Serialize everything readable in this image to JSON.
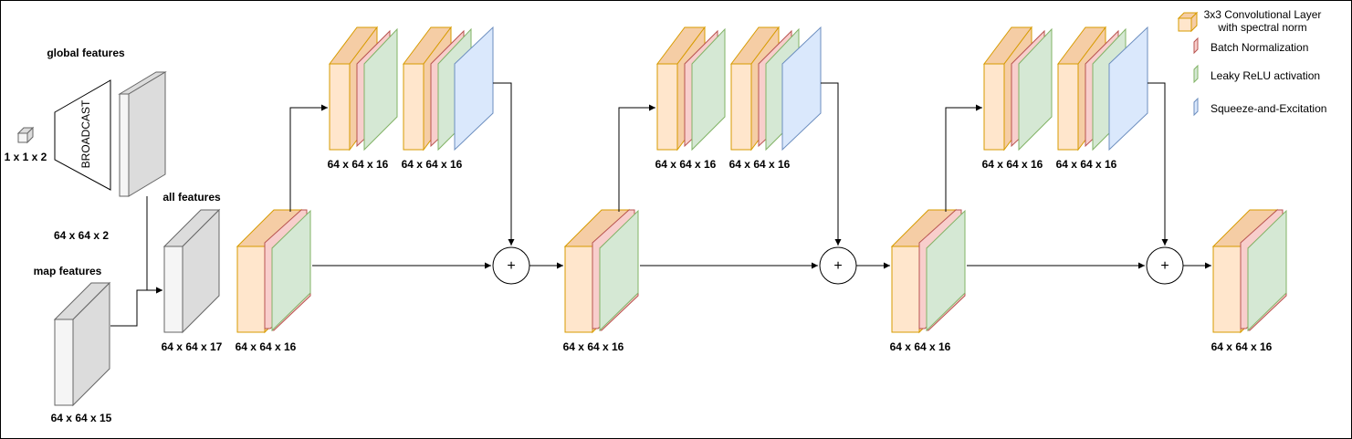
{
  "colors": {
    "conv": {
      "front": "#ffe6cc",
      "side": "#f5cda5",
      "stroke": "#d79b00"
    },
    "bn": {
      "front": "#f8cecc",
      "side": "#e9a6a4",
      "stroke": "#b85450"
    },
    "act": {
      "front": "#d5e8d4",
      "side": "#b9d7b7",
      "stroke": "#82b366"
    },
    "se": {
      "front": "#dae8fc",
      "side": "#b8cde9",
      "stroke": "#6c8ebf"
    },
    "plain": {
      "front": "#f5f5f5",
      "side": "#dcdcdc",
      "stroke": "#666666"
    }
  },
  "labels": {
    "global_features": "global features",
    "broadcast": "BROADCAST",
    "global_dims": "1 x 1 x 2",
    "broadcast_dims": "64 x 64 x 2",
    "map_features": "map features",
    "map_dims": "64 x 64 x 15",
    "all_features": "all features",
    "all_dims": "64 x 64 x 17",
    "stem_dims": "64 x 64 x 16",
    "block1_a_dims": "64 x 64 x 16",
    "block1_b_dims": "64 x 64 x 16",
    "main2_dims": "64 x 64 x 16",
    "block2_a_dims": "64 x 64 x 16",
    "block2_b_dims": "64 x 64 x 16",
    "main3_dims": "64 x 64 x 16",
    "block3_a_dims": "64 x 64 x 16",
    "block3_b_dims": "64 x 64 x 16",
    "out_dims": "64 x 64 x 16",
    "plus": "+"
  },
  "legend": {
    "conv_line1": "3x3 Convolutional Layer",
    "conv_line2": "with spectral norm",
    "bn": "Batch Normalization",
    "act": "Leaky ReLU activation",
    "se": "Squeeze-and-Excitation"
  }
}
